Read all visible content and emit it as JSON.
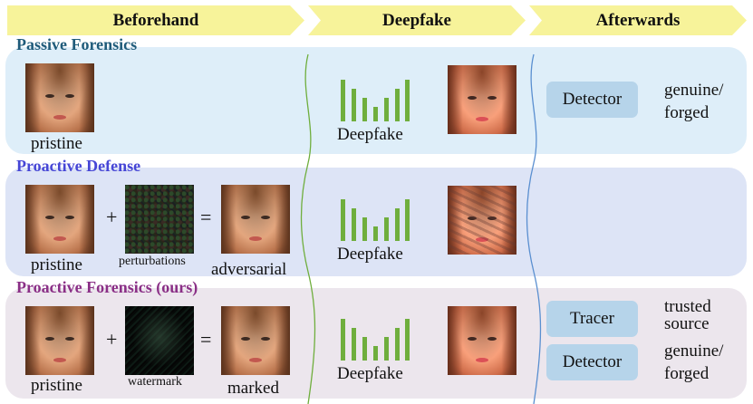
{
  "header": {
    "beforehand": "Beforehand",
    "deepfake": "Deepfake",
    "afterwards": "Afterwards"
  },
  "colors": {
    "header_fill": "#f7f39a",
    "panel_passive": "#deeef9",
    "panel_defense": "#dde4f6",
    "panel_forensics": "#ece6ed",
    "title_passive": "#1f5b7a",
    "title_defense": "#4646d6",
    "title_forensics": "#8a2f86",
    "network_green": "#6fae3d",
    "box_fill": "#b6d4ea",
    "divider_left": "#6fae3d",
    "divider_right": "#5a8fd0"
  },
  "passive": {
    "title": "Passive Forensics",
    "input_label": "pristine",
    "model_label": "Deepfake",
    "detector": "Detector",
    "result": [
      "genuine/",
      "forged"
    ]
  },
  "defense": {
    "title": "Proactive Defense",
    "input_label": "pristine",
    "plus": "+",
    "perturbation_label": "perturbations",
    "equals": "=",
    "output_label": "adversarial",
    "model_label": "Deepfake"
  },
  "forensics": {
    "title": "Proactive Forensics (ours)",
    "input_label": "pristine",
    "plus": "+",
    "watermark_label": "watermark",
    "equals": "=",
    "output_label": "marked",
    "model_label": "Deepfake",
    "tracer": "Tracer",
    "tracer_result": [
      "trusted",
      "source"
    ],
    "detector": "Detector",
    "detector_result": [
      "genuine/",
      "forged"
    ]
  }
}
